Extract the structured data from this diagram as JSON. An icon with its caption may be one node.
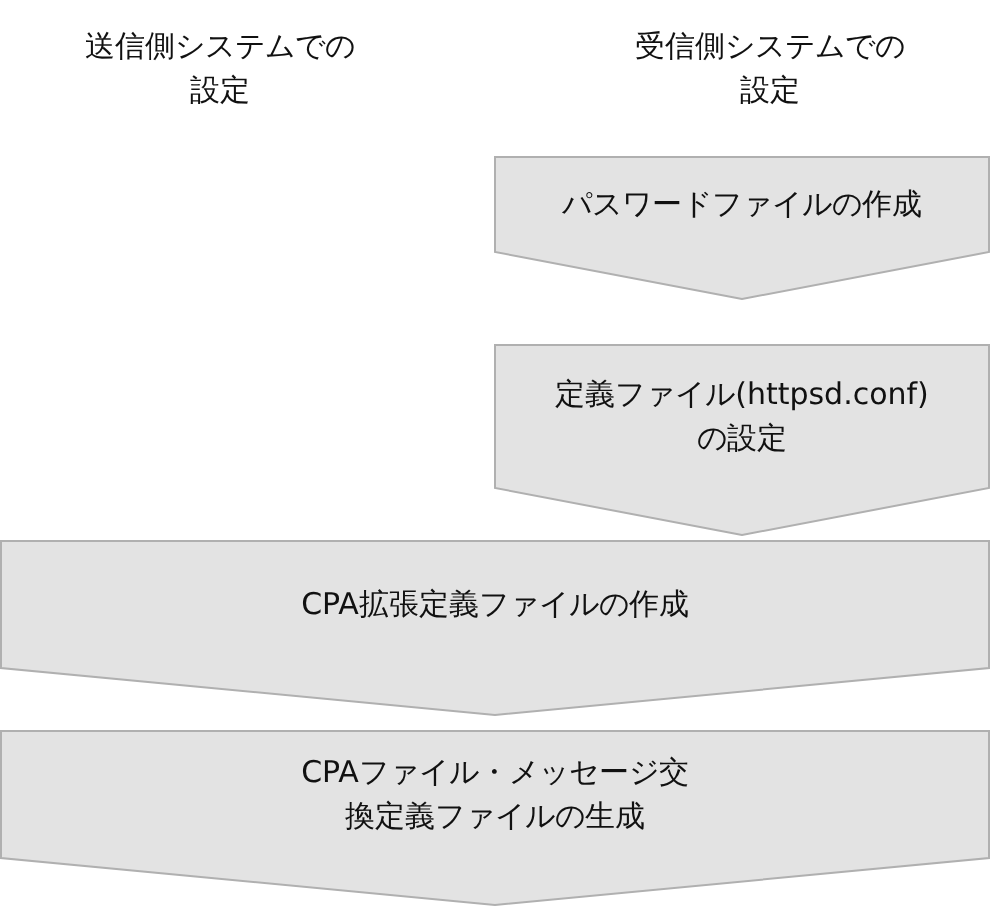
{
  "diagram": {
    "nodes": [
      {
        "text": [
          "パスワードファイルの作成"
        ]
      },
      {
        "text": [
          "定義ファイル(httpsd.conf)の設定"
        ]
      },
      {
        "text": [
          "CPA拡張定義ファイルの作成"
        ]
      },
      {
        "text": [
          "CPAファイル・メッセージ交換定義ファイルの生成"
        ]
      }
    ],
    "labels": [
      "送信側システムでの設定",
      "受信側システムでの設定"
    ]
  }
}
